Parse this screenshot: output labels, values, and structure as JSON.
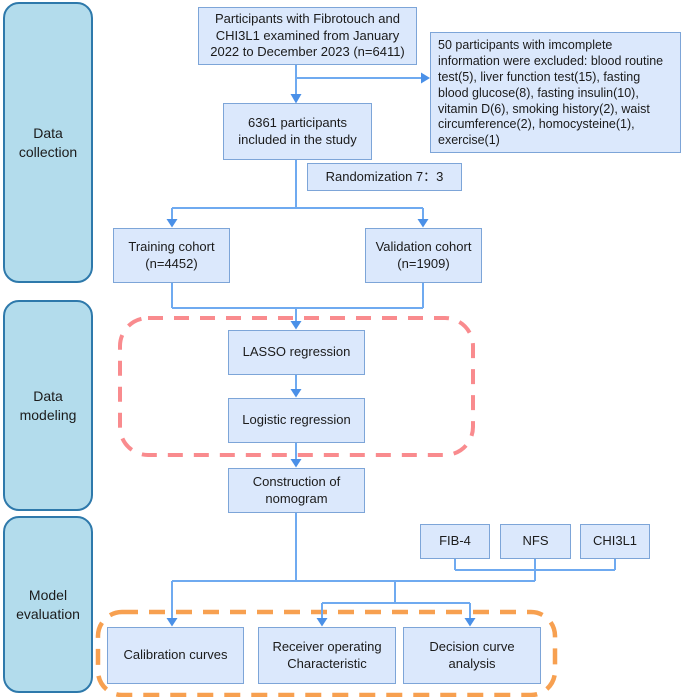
{
  "figure": {
    "type": "study-flowchart",
    "title": "Participant selection and model development flowchart"
  },
  "colors": {
    "node_fill": "#dbe8fc",
    "node_border": "#7da5d8",
    "phase_fill": "#b3dcec",
    "phase_border": "#2e79ab",
    "connector_line": "#6faaf0",
    "arrowhead": "#4a90e8",
    "modeling_dash_border": "#f98b8e",
    "evaluation_dash_border": "#f7a050"
  },
  "sidebar": {
    "phases": [
      {
        "label": "Data collection"
      },
      {
        "label": "Data modeling"
      },
      {
        "label": "Model evaluation"
      }
    ]
  },
  "flow": {
    "participants": "Participants with Fibrotouch and CHI3L1 examined from January 2022 to December 2023 (n=6411)",
    "excluded": "50 participants with imcomplete information were excluded: blood routine test(5), liver function test(15), fasting blood glucose(8), fasting insulin(10), vitamin D(6), smoking history(2), waist circumference(2),  homocysteine(1), exercise(1)",
    "included": "6361 participants included in the study",
    "randomization": "Randomization 7：3",
    "training_cohort": "Training cohort (n=4452)",
    "validation_cohort": "Validation cohort (n=1909)",
    "lasso": "LASSO regression",
    "logistic": "Logistic regression",
    "nomogram": "Construction of nomogram",
    "comparators": [
      "FIB-4",
      "NFS",
      "CHI3L1"
    ],
    "evaluation": [
      "Calibration curves",
      "Receiver operating Characteristic",
      "Decision curve analysis"
    ]
  }
}
